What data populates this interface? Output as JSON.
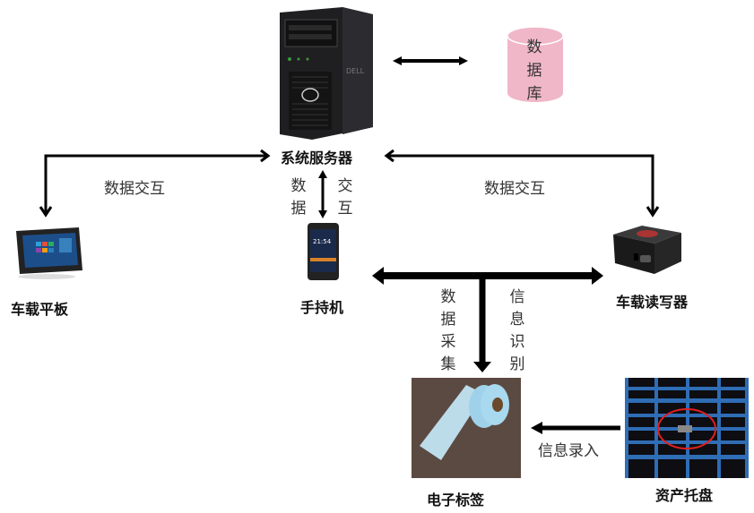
{
  "nodes": {
    "server": {
      "label": "系统服务器",
      "icon": "server-tower-icon"
    },
    "database": {
      "label": "数据库",
      "icon": "database-cylinder-icon",
      "color": "#f0b7c9"
    },
    "tablet": {
      "label": "车载平板",
      "icon": "rugged-tablet-icon"
    },
    "handheld": {
      "label": "手持机",
      "icon": "handheld-phone-icon",
      "screen_time": "21:54"
    },
    "reader": {
      "label": "车载读写器",
      "icon": "rfid-reader-box-icon"
    },
    "tag": {
      "label": "电子标签",
      "icon": "label-roll-icon"
    },
    "pallet": {
      "label": "资产托盘",
      "icon": "blue-pallet-icon"
    }
  },
  "edges": {
    "server_tablet": {
      "label": "数据交互",
      "direction": "bidirectional"
    },
    "server_handheld": {
      "label_left": "数据",
      "label_right": "交互",
      "direction": "bidirectional"
    },
    "server_reader": {
      "label": "数据交互",
      "direction": "bidirectional"
    },
    "server_database": {
      "label": "",
      "direction": "bidirectional"
    },
    "bus_to_tag": {
      "label_left": "数据采集",
      "label_right": "信息识别",
      "direction": "down"
    },
    "pallet_to_tag": {
      "label": "信息录入",
      "direction": "left"
    }
  },
  "colors": {
    "arrow": "#000000",
    "db_fill": "#f0b7c9",
    "highlight_circle": "#e02020",
    "pallet_blue": "#2f6db5"
  }
}
